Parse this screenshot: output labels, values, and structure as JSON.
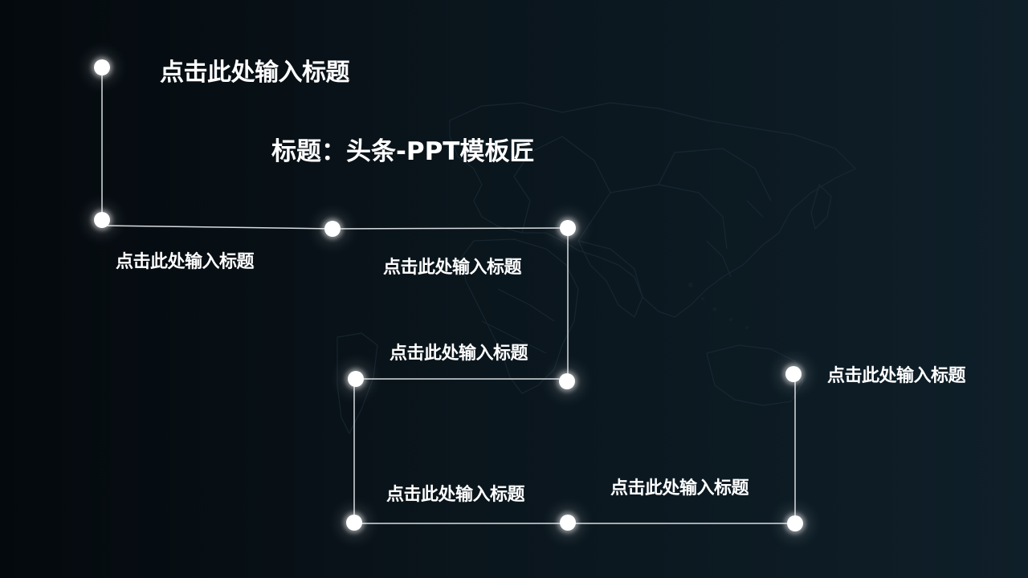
{
  "slide": {
    "heading": "点击此处输入标题",
    "title": "标题：头条-PPT模板匠",
    "step_labels": [
      "点击此处输入标题",
      "点击此处输入标题",
      "点击此处输入标题",
      "点击此处输入标题",
      "点击此处输入标题",
      "点击此处输入标题"
    ]
  },
  "colors": {
    "background_left": "#04090d",
    "background_right": "#0f1f29",
    "line": "#d8dde0",
    "node": "#ffffff",
    "text": "#ffffff"
  }
}
